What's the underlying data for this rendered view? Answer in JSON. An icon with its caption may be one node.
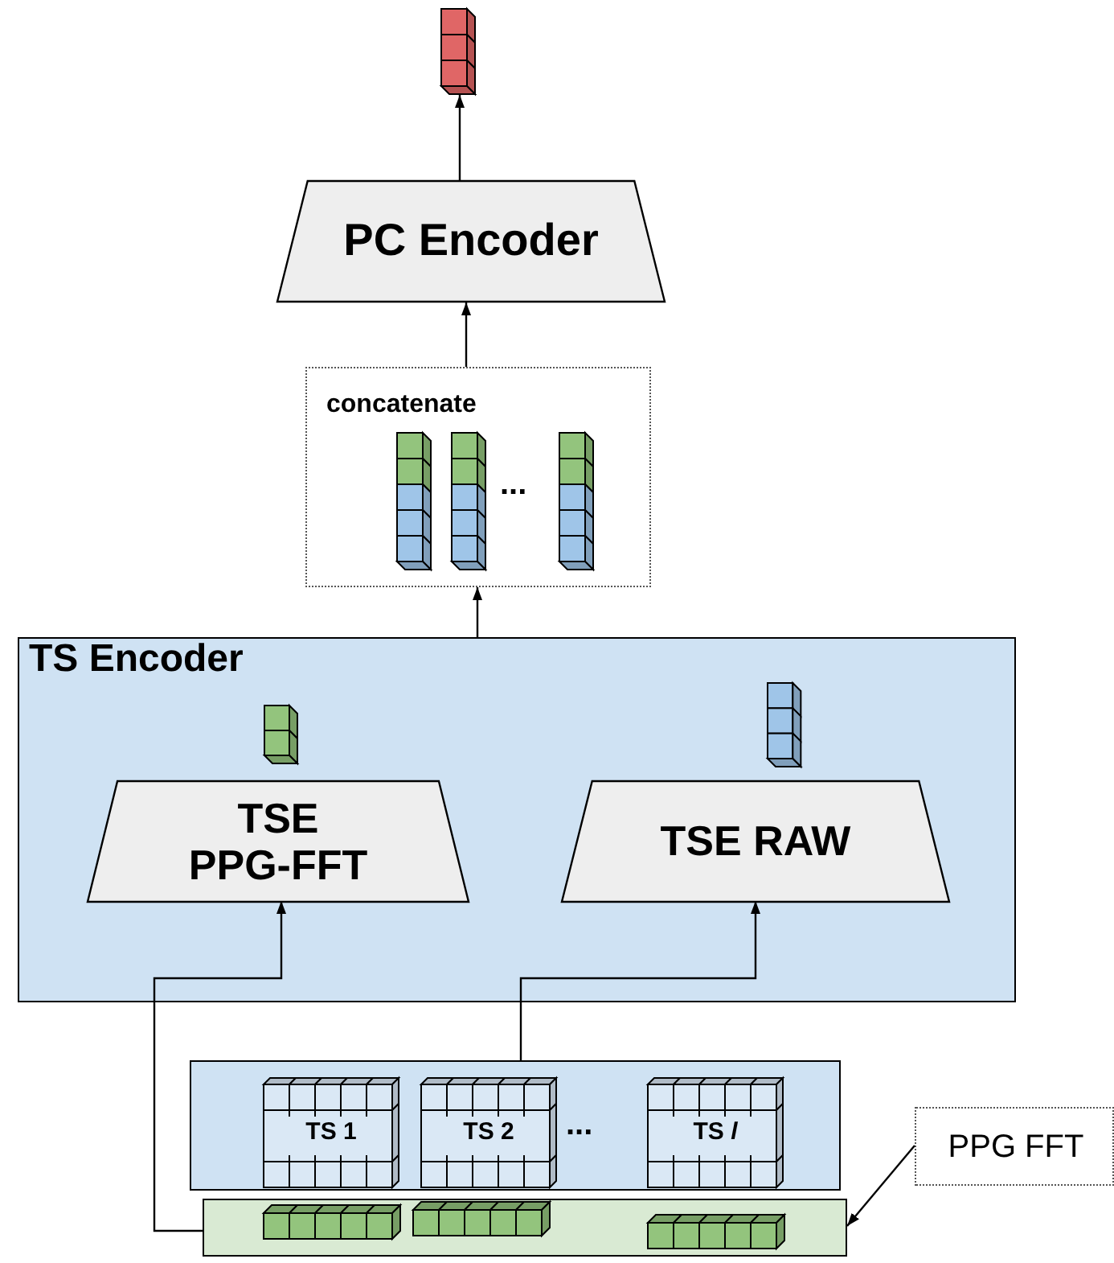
{
  "diagram": {
    "nodes": [
      {
        "text": [],
        "shape": "bar"
      },
      {
        "text": [
          "PC Encoder"
        ]
      },
      {
        "text": [
          "concatenate"
        ]
      },
      {
        "text": [
          "TS Encoder"
        ]
      },
      {
        "text": [],
        "shape": "bar",
        "in": 3
      },
      {
        "text": [],
        "shape": "bar",
        "in": 3
      },
      {
        "text": [
          "TSE PPG-FFT"
        ],
        "in": 3
      },
      {
        "text": [
          "TSE RAW"
        ],
        "in": 3
      },
      {
        "text": [],
        "shape": "box"
      },
      {
        "text": [
          "TS 1"
        ],
        "in": 8
      },
      {
        "text": [
          "TS 2"
        ],
        "in": 8
      },
      {
        "text": [
          "TS *l*"
        ],
        "in": 8
      },
      {
        "text": [],
        "shape": "box"
      },
      {
        "text": [
          "PPG FFT"
        ]
      }
    ],
    "edges": [
      {
        "from": 1,
        "to": 0,
        "arrow": "to"
      },
      {
        "from": 2,
        "to": 1,
        "arrow": "to"
      },
      {
        "from": 3,
        "to": 2,
        "arrow": "to"
      },
      {
        "from": 12,
        "to": 6,
        "arrow": "to"
      },
      {
        "from": 8,
        "to": 7,
        "arrow": "to"
      },
      {
        "from": 13,
        "to": 12,
        "arrow": "to"
      }
    ],
    "labels": [
      "...",
      "..."
    ]
  }
}
